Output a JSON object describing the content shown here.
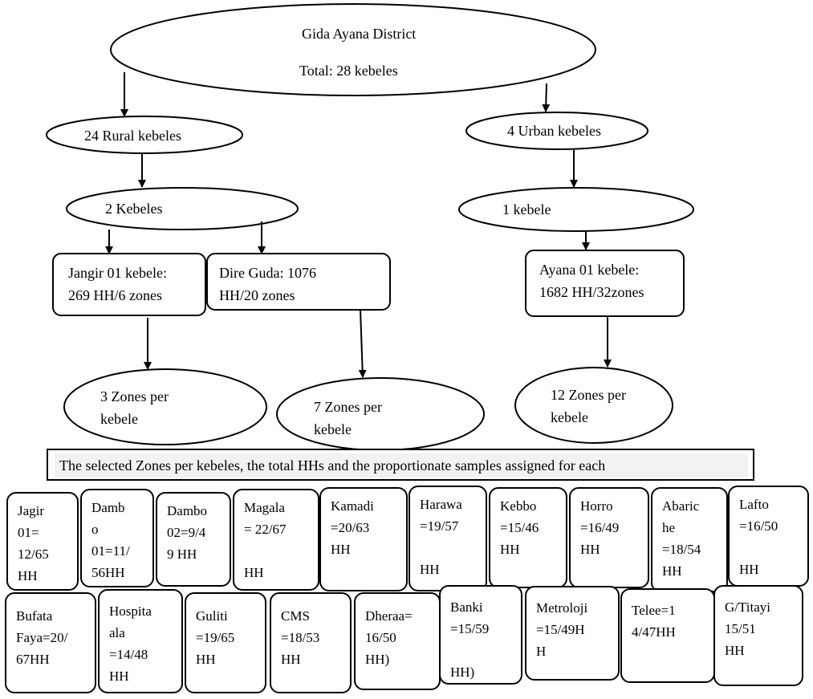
{
  "nodes": {
    "district_name": "Gida Ayana District",
    "district_total": "Total: 28 kebeles",
    "rural": "24 Rural kebeles",
    "urban": "4 Urban kebeles",
    "rural_sample": "2 Kebeles",
    "urban_sample": "1 kebele",
    "jangir": "Jangir 01 kebele:\n269 HH/6 zones",
    "dire_guda": "Dire Guda: 1076\nHH/20 zones",
    "ayana": "Ayana 01 kebele:\n1682 HH/32zones",
    "zones_jangir": "3 Zones per\nkebele",
    "zones_dire": "7 Zones per\nkebele",
    "zones_ayana": "12 Zones per\nkebele"
  },
  "banner": "The selected Zones per kebeles, the total HHs and the proportionate samples assigned for each",
  "zones_row1": [
    "Jagir\n01=\n12/65\nHH",
    "Damb\no\n01=11/\n56HH",
    "Dambo\n02=9/4\n9 HH",
    "Magala\n= 22/67\n\nHH",
    "Kamadi\n=20/63\nHH",
    "Harawa\n=19/57\n\nHH",
    "Kebbo\n=15/46\nHH",
    "Horro\n=16/49\nHH",
    "Abaric\nhe\n=18/54\nHH",
    "Lafto\n=16/50\n\nHH"
  ],
  "zones_row2": [
    "Bufata\nFaya=20/\n67HH",
    "Hospita\nala\n=14/48\nHH",
    "Guliti\n=19/65\nHH",
    "CMS\n=18/53\nHH",
    "Dheraa=\n16/50\nHH)",
    "Banki\n=15/59\n\nHH)",
    "Metroloji\n=15/49H\nH",
    "Telee=1\n4/47HH",
    "G/Titayi\n15/51\nHH"
  ]
}
